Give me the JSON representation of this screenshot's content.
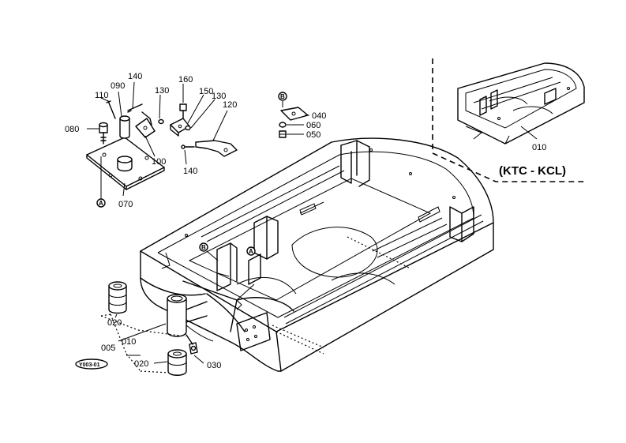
{
  "labels": {
    "p080": "080",
    "p110": "110",
    "p090": "090",
    "p140a": "140",
    "p130a": "130",
    "p160": "160",
    "p150": "150",
    "p130b": "130",
    "p120": "120",
    "p100": "100",
    "p140b": "140",
    "p070": "070",
    "p040": "040",
    "p060": "060",
    "p050": "050",
    "p010inset": "010",
    "p020a": "020",
    "p005": "005",
    "p010": "010",
    "p020b": "020",
    "p030": "030"
  },
  "refs": {
    "a1": "A",
    "a2": "A",
    "b1": "B",
    "b2": "B"
  },
  "variant_caption": "(KTC - KCL)",
  "figure_tag": "Y003-01"
}
